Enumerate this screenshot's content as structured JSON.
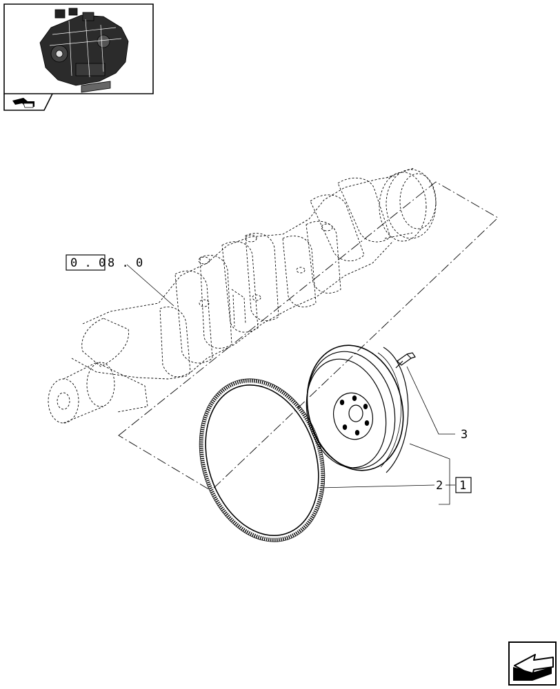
{
  "references": {
    "ref_group_boxed": "0 . 0",
    "ref_group_rest": "8 . 0",
    "kit_number": "1"
  },
  "callouts": {
    "flywheel_ring_gear": "2",
    "flywheel_bolt": "3"
  },
  "icons": {
    "thumbnail": "engine-thumbnail-icon",
    "nav_small": "page-navigation-arrow-icon",
    "nav_large": "next-page-arrow-icon"
  }
}
